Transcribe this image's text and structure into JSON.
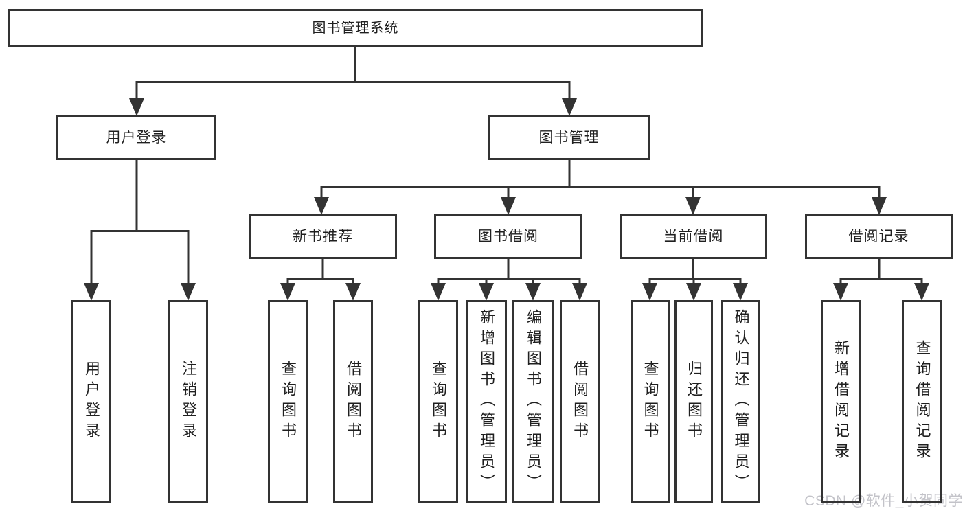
{
  "page": {
    "watermark": "CSDN @软件_小贺同学"
  },
  "colors": {
    "line": "#333333",
    "box_border": "#333333",
    "box_fill": "#ffffff",
    "text": "#1f1f1f",
    "watermark_text": "#c3c3c9"
  },
  "tree": {
    "root": {
      "label": "图书管理系统"
    },
    "level2": [
      {
        "label": "用户登录"
      },
      {
        "label": "图书管理"
      }
    ],
    "level3": [
      {
        "label": "新书推荐"
      },
      {
        "label": "图书借阅"
      },
      {
        "label": "当前借阅"
      },
      {
        "label": "借阅记录"
      }
    ],
    "leaves": {
      "user_login": [
        "用户登录",
        "注销登录"
      ],
      "new_book_recommend": [
        "查询图书",
        "借阅图书"
      ],
      "book_borrow": [
        "查询图书",
        "新增图书（管理员）",
        "编辑图书（管理员）",
        "借阅图书"
      ],
      "current_borrow": [
        "查询图书",
        "归还图书",
        "确认归还（管理员）"
      ],
      "borrow_record": [
        "新增借阅记录",
        "查询借阅记录"
      ]
    }
  }
}
